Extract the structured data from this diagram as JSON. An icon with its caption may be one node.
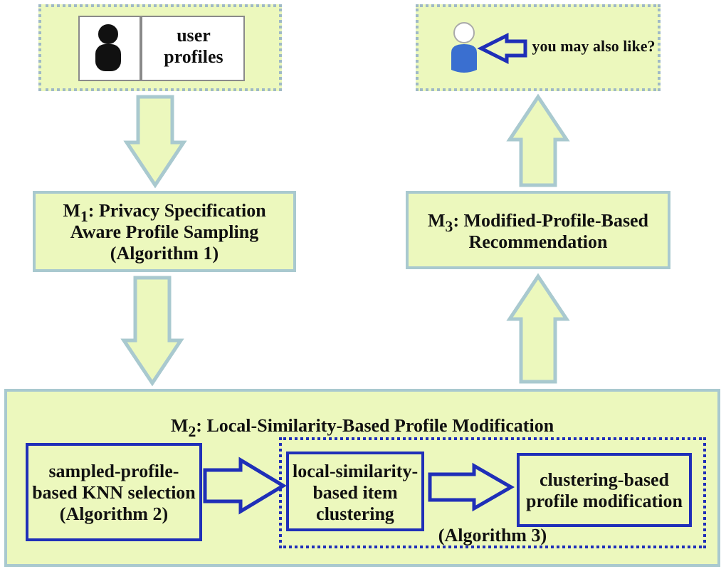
{
  "diagram": {
    "nodes": [
      {
        "text": [],
        "shape": "box"
      },
      {
        "text": [
          "user profiles"
        ],
        "in": 0
      },
      {
        "text": [
          "M$_{1}$: Privacy Specification Aware Profile Sampling (Algorithm 1)"
        ]
      },
      {
        "text": [],
        "shape": "box"
      },
      {
        "text": [],
        "shape": "person",
        "in": 3
      },
      {
        "text": [
          "you may also like?"
        ],
        "in": 3
      },
      {
        "text": [
          "M$_{3}$: Modified-Profile-Based Recommendation"
        ]
      },
      {
        "text": [
          "M$_{2}$: Local-Similarity-Based Profile Modification"
        ]
      },
      {
        "text": [
          "sampled-profile-based KNN selection (Algorithm 2)"
        ],
        "in": 7
      },
      {
        "text": [
          "(Algorithm 3)"
        ],
        "in": 7
      },
      {
        "text": [
          "local-similarity-based item clustering"
        ],
        "in": 9
      },
      {
        "text": [
          "clustering-based profile modification"
        ],
        "in": 9
      }
    ],
    "edges": [
      {
        "from": 0,
        "to": 2,
        "arrow": "to"
      },
      {
        "from": 2,
        "to": 7,
        "arrow": "to"
      },
      {
        "from": 7,
        "to": 6,
        "arrow": "to"
      },
      {
        "from": 6,
        "to": 3,
        "arrow": "to"
      },
      {
        "from": 5,
        "to": 4,
        "arrow": "to",
        "color": "#1f2fb8"
      },
      {
        "from": 8,
        "to": 10,
        "arrow": "to",
        "color": "#1f2fb8"
      },
      {
        "from": 10,
        "to": 11,
        "arrow": "to",
        "color": "#1f2fb8"
      }
    ]
  }
}
